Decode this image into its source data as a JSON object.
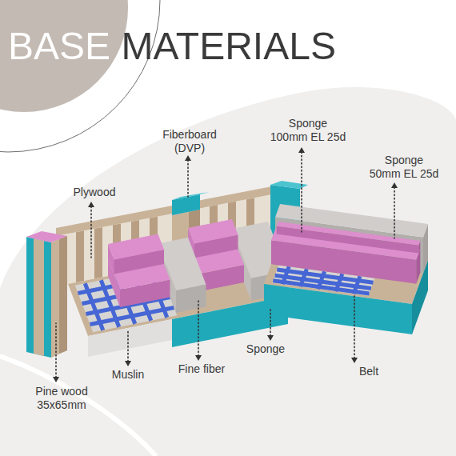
{
  "diagram": {
    "title": "BASE MATERIALS",
    "labels": [
      "Sponge 100mm EL 25d",
      "Fiberboard (DVP)",
      "Sponge 50mm EL 25d",
      "Plywood",
      "Sponge",
      "Fine fiber",
      "Belt",
      "Muslin",
      "Pine wood 35x65mm"
    ]
  }
}
